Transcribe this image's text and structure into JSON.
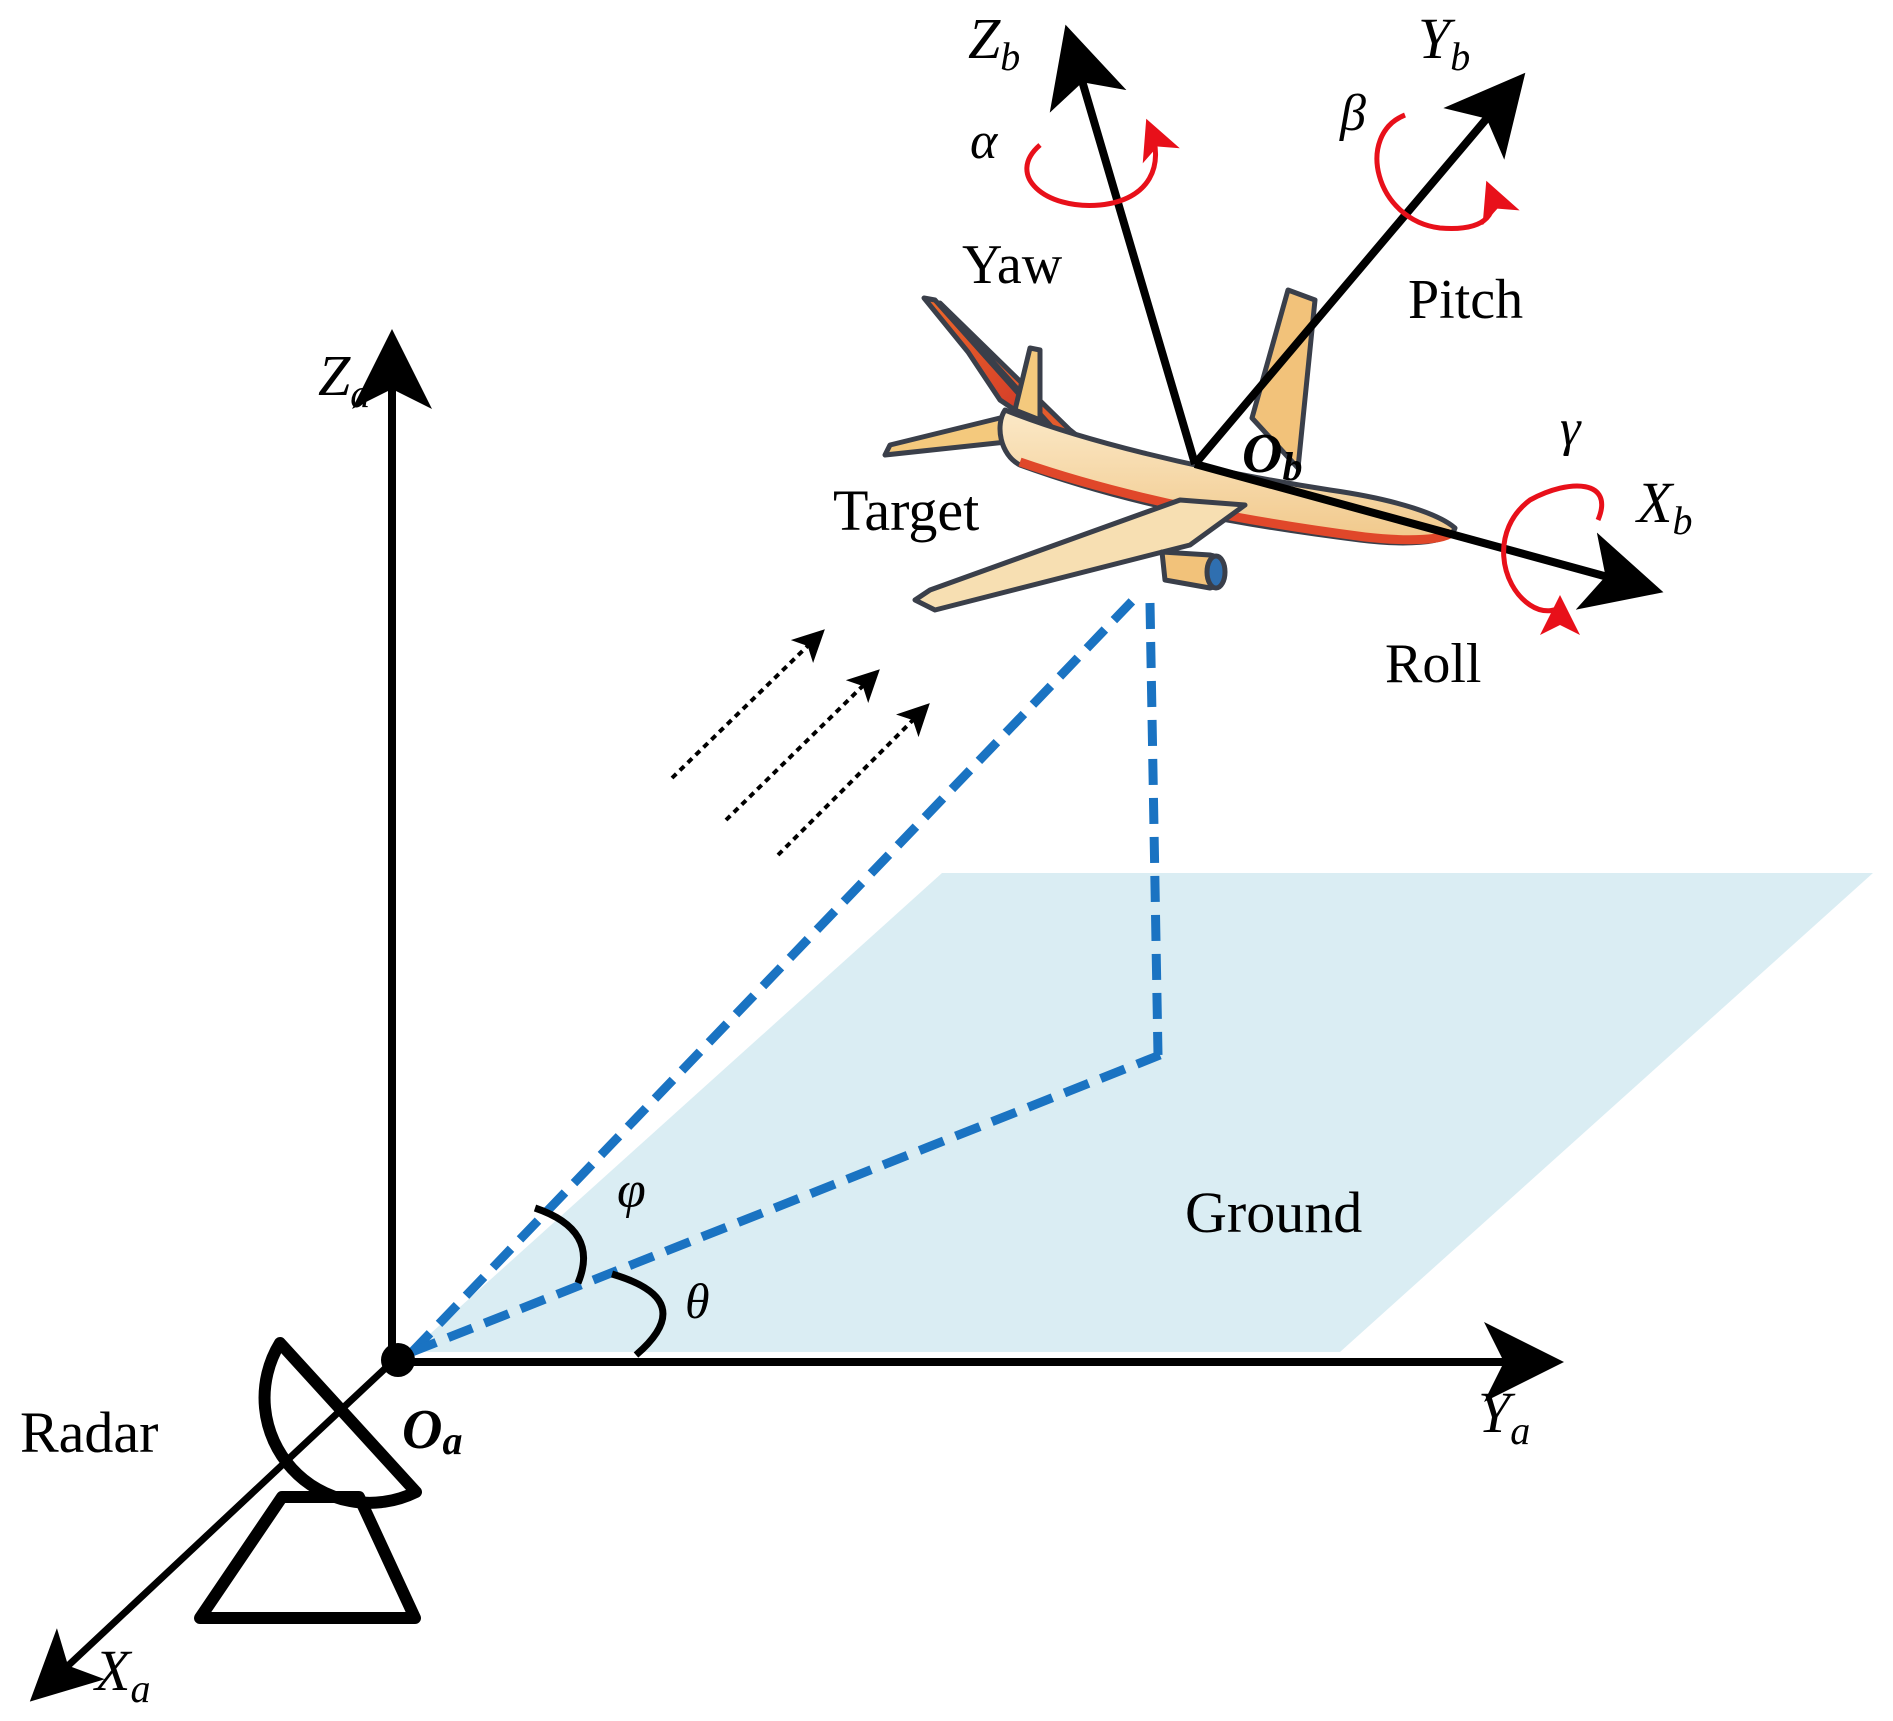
{
  "labels": {
    "target": "Target",
    "radar": "Radar",
    "ground": "Ground",
    "yaw": "Yaw",
    "pitch": "Pitch",
    "roll": "Roll",
    "alpha": "α",
    "beta": "β",
    "gamma": "γ",
    "phi": "φ",
    "theta": "θ"
  },
  "axes": {
    "Za": {
      "main": "Z",
      "sub": "a"
    },
    "Ya": {
      "main": "Y",
      "sub": "a"
    },
    "Xa": {
      "main": "X",
      "sub": "a"
    },
    "Oa": {
      "main": "O",
      "sub": "a"
    },
    "Zb": {
      "main": "Z",
      "sub": "b"
    },
    "Yb": {
      "main": "Y",
      "sub": "b"
    },
    "Xb": {
      "main": "X",
      "sub": "b"
    },
    "Ob": {
      "main": "O",
      "sub": "b"
    }
  },
  "colors": {
    "axis": "#000000",
    "ground": "#daedf3",
    "line_of_sight": "#1a73c2",
    "rotation_arrow": "#e8101a",
    "fuselage": "#f6d9a6",
    "wing": "#f4c97d",
    "tail": "#d93a2a",
    "outline": "#3a3f4a"
  }
}
